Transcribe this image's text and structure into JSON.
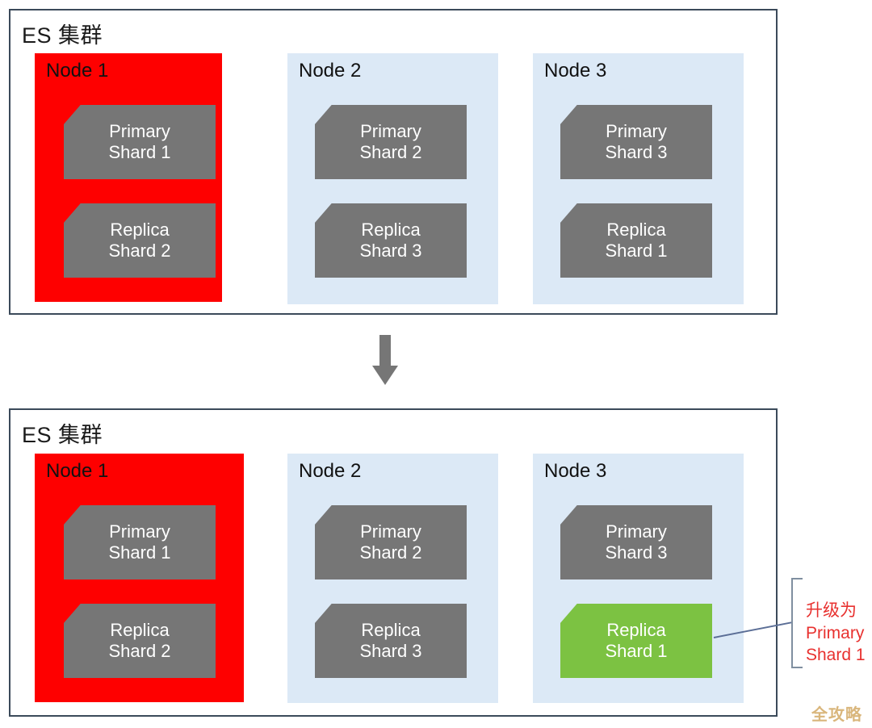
{
  "diagram": {
    "title_top": "ES 集群",
    "title_bottom": "ES 集群",
    "transition_arrow": "down-arrow",
    "watermark": "全攻略",
    "colors": {
      "cluster_border": "#3b4a5a",
      "node_healthy": "#dce9f6",
      "node_failed": "#fe0000",
      "shard_grey": "#767676",
      "shard_promoted": "#7cc242",
      "annotation_red": "#e8312f",
      "connector_blue": "#5b6e96",
      "watermark_gold": "#d8b375"
    }
  },
  "before": {
    "cluster_label": "ES 集群",
    "nodes": [
      {
        "label": "Node 1",
        "state": "failed",
        "shards": [
          {
            "line1": "Primary",
            "line2": "Shard 1",
            "state": "normal"
          },
          {
            "line1": "Replica",
            "line2": "Shard 2",
            "state": "normal"
          }
        ]
      },
      {
        "label": "Node 2",
        "state": "healthy",
        "shards": [
          {
            "line1": "Primary",
            "line2": "Shard 2",
            "state": "normal"
          },
          {
            "line1": "Replica",
            "line2": "Shard 3",
            "state": "normal"
          }
        ]
      },
      {
        "label": "Node 3",
        "state": "healthy",
        "shards": [
          {
            "line1": "Primary",
            "line2": "Shard 3",
            "state": "normal"
          },
          {
            "line1": "Replica",
            "line2": "Shard 1",
            "state": "normal"
          }
        ]
      }
    ]
  },
  "after": {
    "cluster_label": "ES 集群",
    "nodes": [
      {
        "label": "Node 1",
        "state": "failed",
        "shards": [
          {
            "line1": "Primary",
            "line2": "Shard 1",
            "state": "normal"
          },
          {
            "line1": "Replica",
            "line2": "Shard 2",
            "state": "normal"
          }
        ]
      },
      {
        "label": "Node 2",
        "state": "healthy",
        "shards": [
          {
            "line1": "Primary",
            "line2": "Shard 2",
            "state": "normal"
          },
          {
            "line1": "Replica",
            "line2": "Shard 3",
            "state": "normal"
          }
        ]
      },
      {
        "label": "Node 3",
        "state": "healthy",
        "shards": [
          {
            "line1": "Primary",
            "line2": "Shard 3",
            "state": "normal"
          },
          {
            "line1": "Replica",
            "line2": "Shard 1",
            "state": "promoted"
          }
        ]
      }
    ],
    "annotation": {
      "line1": "升级为",
      "line2": "Primary",
      "line3": "Shard 1"
    }
  }
}
